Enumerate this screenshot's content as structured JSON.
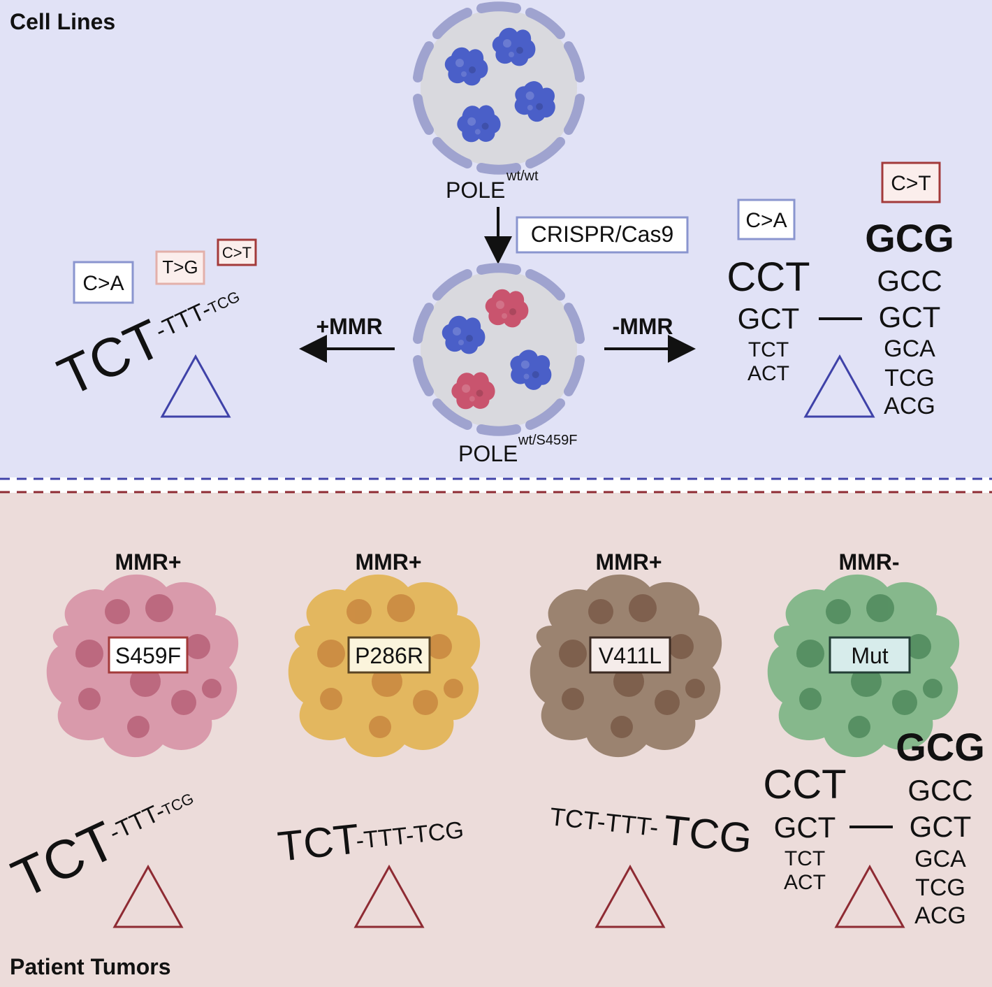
{
  "cell_lines": {
    "section_title": "Cell Lines",
    "pole_wt": {
      "label": "POLE",
      "superscript": "wt/wt"
    },
    "pole_mut": {
      "label": "POLE",
      "superscript": "wt/S459F"
    },
    "crispr_label": "CRISPR/Cas9",
    "plus_mmr": {
      "arrow_label": "+MMR",
      "boxes": [
        {
          "label": "C>A",
          "color": "#8a95cf"
        },
        {
          "label": "T>G",
          "color": "#e3b0aa"
        },
        {
          "label": "C>T",
          "color": "#a33a3a"
        }
      ],
      "main_context": "TCT",
      "secondary_context": "-TTT-",
      "tertiary_context": "TCG"
    },
    "minus_mmr": {
      "arrow_label": "-MMR",
      "box_ca": {
        "label": "C>A",
        "color": "#8a95cf"
      },
      "box_ct": {
        "label": "C>T",
        "color": "#a33a3a"
      },
      "ca_contexts": [
        "CCT",
        "GCT",
        "TCT",
        "ACT"
      ],
      "ct_contexts": [
        "GCG",
        "GCC",
        "GCT",
        "GCA",
        "TCG",
        "ACG"
      ]
    }
  },
  "patient_tumors": {
    "section_title": "Patient Tumors",
    "tumors": [
      {
        "status": "MMR+",
        "mutation": "S459F",
        "color": "#d99aab"
      },
      {
        "status": "MMR+",
        "mutation": "P286R",
        "color": "#e3b75f"
      },
      {
        "status": "MMR+",
        "mutation": "V411L",
        "color": "#9b8370"
      },
      {
        "status": "MMR-",
        "mutation": "Mut",
        "color": "#86b88c"
      }
    ],
    "s459f_signature": {
      "main": "TCT",
      "secondary": "-TTT-",
      "tertiary": "TCG"
    },
    "p286r_signature": {
      "main": "TCT",
      "secondary": "-TTT-TCG"
    },
    "v411l_signature": {
      "prefix": "TCT-TTT-",
      "main": "TCG"
    },
    "mmr_minus_ca_contexts": [
      "CCT",
      "GCT",
      "TCT",
      "ACT"
    ],
    "mmr_minus_ct_contexts": [
      "GCG",
      "GCC",
      "GCT",
      "GCA",
      "TCG",
      "ACG"
    ]
  },
  "colors": {
    "top_bg": "#e1e2f6",
    "bottom_bg": "#ecdcda",
    "blue_accent": "#3f42a8",
    "red_accent": "#8e2b33",
    "protein_blue": "#4a5fc8",
    "protein_red": "#c9546e"
  }
}
